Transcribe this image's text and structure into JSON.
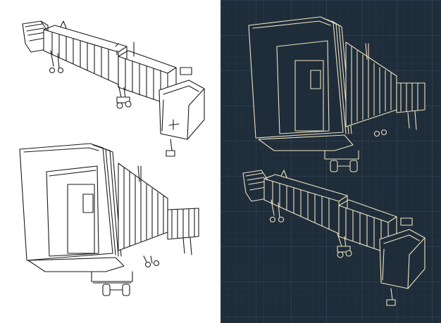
{
  "colors": {
    "light_background": "#ffffff",
    "dark_background": "#1f2d3a",
    "line_dark": "#1b1b1b",
    "line_light": "#efe2c0",
    "blueprint_grid": "#2c3d4d"
  },
  "panels": [
    {
      "name": "light-panel",
      "drawings": [
        "jet-bridge-overview",
        "jet-bridge-door-closeup"
      ]
    },
    {
      "name": "blueprint-panel",
      "drawings": [
        "jet-bridge-door-closeup",
        "jet-bridge-overview"
      ]
    }
  ]
}
